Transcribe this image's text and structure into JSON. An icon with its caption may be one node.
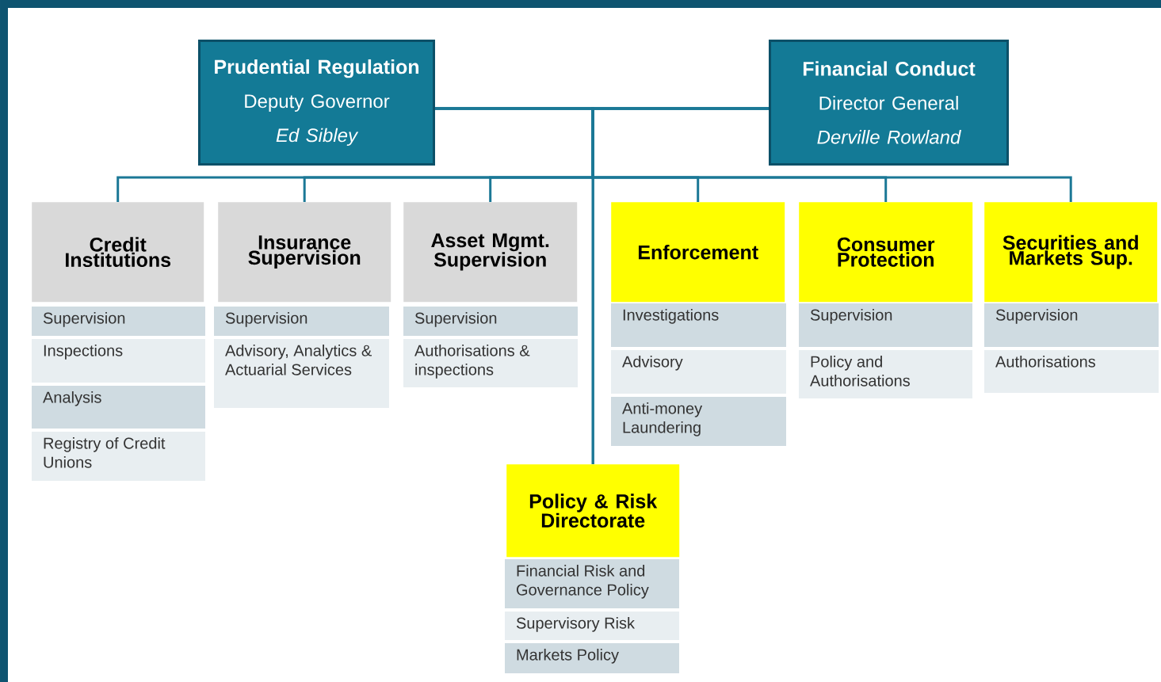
{
  "diagram": {
    "nodes": [
      {
        "text": [
          "Prudential Regulation",
          "Deputy Governor",
          "Ed Sibley"
        ]
      },
      {
        "text": [
          "Financial Conduct",
          "Director General",
          "Derville Rowland"
        ]
      },
      {
        "text": [
          "Credit Institutions"
        ]
      },
      {
        "text": [
          "Supervision"
        ]
      },
      {
        "text": [
          "Inspections"
        ]
      },
      {
        "text": [
          "Analysis"
        ]
      },
      {
        "text": [
          "Registry of Credit Unions"
        ]
      },
      {
        "text": [
          "Insurance Supervision"
        ]
      },
      {
        "text": [
          "Supervision"
        ]
      },
      {
        "text": [
          "Advisory, Analytics & Actuarial Services"
        ]
      },
      {
        "text": [
          "Asset Mgmt. Supervision"
        ]
      },
      {
        "text": [
          "Supervision"
        ]
      },
      {
        "text": [
          "Authorisations & inspections"
        ]
      },
      {
        "text": [
          "Enforcement"
        ]
      },
      {
        "text": [
          "Investigations"
        ]
      },
      {
        "text": [
          "Advisory"
        ]
      },
      {
        "text": [
          "Anti-money Laundering"
        ]
      },
      {
        "text": [
          "Consumer Protection"
        ]
      },
      {
        "text": [
          "Supervision"
        ]
      },
      {
        "text": [
          "Policy and Authorisations"
        ]
      },
      {
        "text": [
          "Securities and Markets Sup."
        ]
      },
      {
        "text": [
          "Supervision"
        ]
      },
      {
        "text": [
          "Authorisations"
        ]
      },
      {
        "text": [
          "Policy & Risk Directorate"
        ]
      },
      {
        "text": [
          "Financial Risk and Governance Policy"
        ]
      },
      {
        "text": [
          "Supervisory Risk"
        ]
      },
      {
        "text": [
          "Markets Policy"
        ]
      }
    ],
    "edges": [
      {
        "from": 0,
        "to": 1,
        "arrow": "none"
      },
      {
        "from": 0,
        "to": 2,
        "arrow": "none"
      },
      {
        "from": 0,
        "to": 7,
        "arrow": "none"
      },
      {
        "from": 0,
        "to": 10,
        "arrow": "none"
      },
      {
        "from": 1,
        "to": 13,
        "arrow": "none"
      },
      {
        "from": 1,
        "to": 17,
        "arrow": "none"
      },
      {
        "from": 1,
        "to": 20,
        "arrow": "none"
      },
      {
        "from": 0,
        "to": 23,
        "arrow": "none"
      },
      {
        "from": 1,
        "to": 23,
        "arrow": "none"
      }
    ]
  }
}
